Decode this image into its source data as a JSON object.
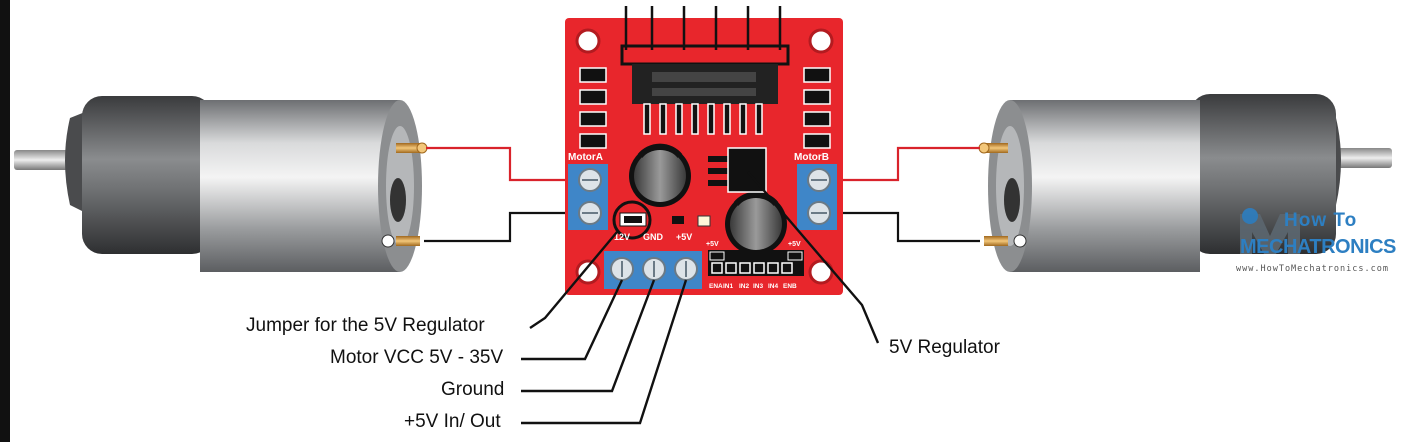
{
  "board": {
    "motor_a_label": "MotorA",
    "motor_b_label": "MotorB",
    "jumper_label_12v": "12V",
    "jumper_label_gnd": "GND",
    "jumper_label_5v": "+5V",
    "header_5v_left": "+5V",
    "header_5v_right": "+5V",
    "pins": [
      "ENA",
      "IN1",
      "IN2",
      "IN3",
      "IN4",
      "ENB"
    ]
  },
  "callouts": {
    "jumper": "Jumper for the 5V Regulator",
    "motor_vcc": "Motor VCC 5V - 35V",
    "ground": "Ground",
    "plus5v": "+5V In/ Out",
    "regulator": "5V Regulator"
  },
  "logo": {
    "line1": "How To",
    "line2": "MECHATRONICS",
    "url": "www.HowToMechatronics.com"
  },
  "colors": {
    "board_red": "#e8262c",
    "terminal_blue": "#3f86c8",
    "wire_red": "#d9232b",
    "wire_black": "#111111",
    "logo_blue": "#2d7fc2"
  }
}
